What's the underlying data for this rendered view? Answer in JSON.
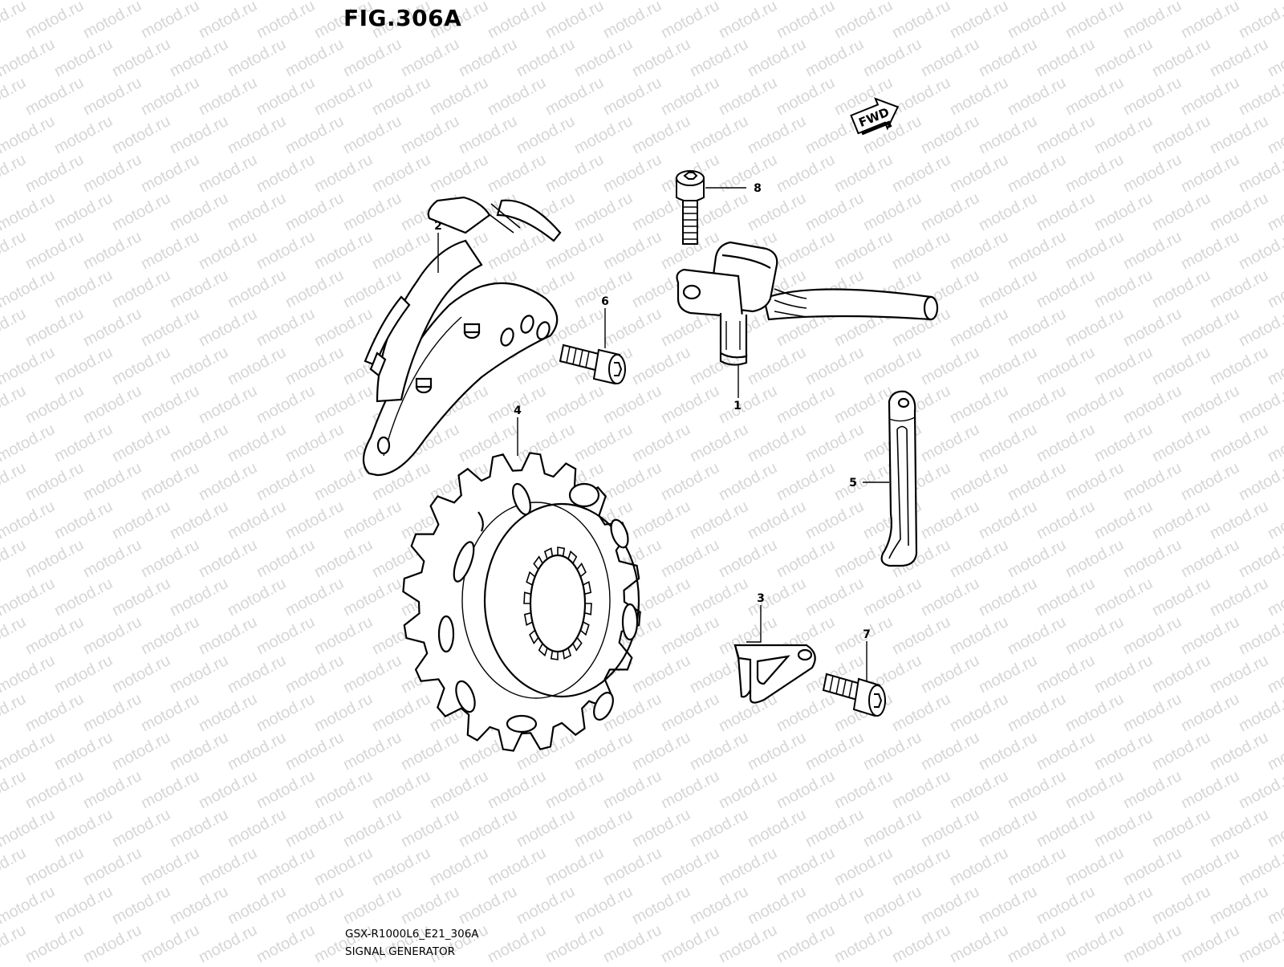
{
  "figure": {
    "title": "FIG.306A",
    "code": "GSX-R1000L6_E21_306A",
    "name": "SIGNAL GENERATOR"
  },
  "watermark": {
    "text": "motod.ru",
    "color": "#d6d6d6"
  },
  "direction_marker": {
    "label": "FWD",
    "icon": "forward-arrow-icon"
  },
  "callouts": [
    {
      "number": "1",
      "part": "signal-generator-sensor"
    },
    {
      "number": "2",
      "part": "signal-generator-plate"
    },
    {
      "number": "3",
      "part": "clamp-bracket"
    },
    {
      "number": "4",
      "part": "signal-rotor"
    },
    {
      "number": "5",
      "part": "wire-clamp"
    },
    {
      "number": "6",
      "part": "bolt"
    },
    {
      "number": "7",
      "part": "bolt"
    },
    {
      "number": "8",
      "part": "bolt"
    }
  ]
}
